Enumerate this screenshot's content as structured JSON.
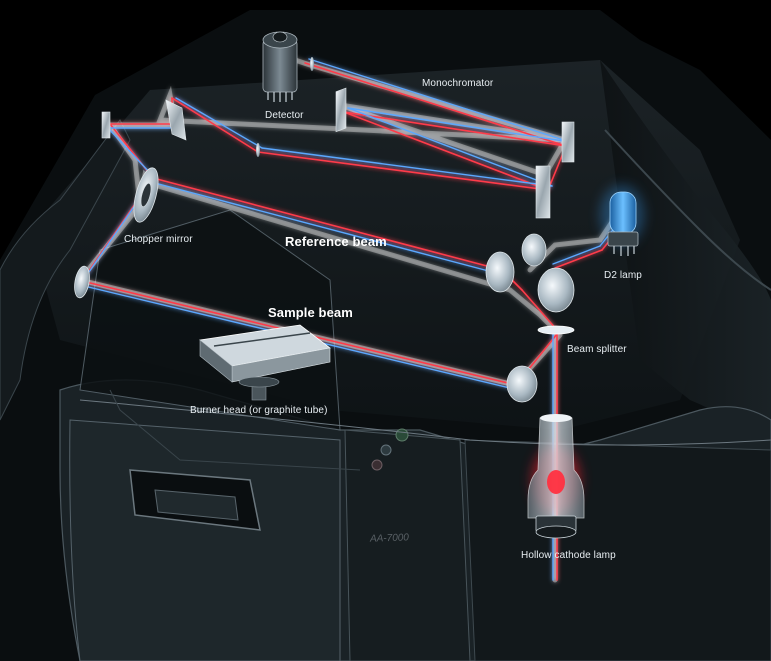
{
  "labels": {
    "monochromator": "Monochromator",
    "detector": "Detector",
    "chopper_mirror": "Chopper mirror",
    "reference_beam": "Reference beam",
    "sample_beam": "Sample beam",
    "d2_lamp": "D2 lamp",
    "beam_splitter": "Beam splitter",
    "burner_head": "Burner head (or graphite tube)",
    "hollow_cathode_lamp": "Hollow cathode lamp",
    "model": "AA-7000"
  },
  "colors": {
    "beam_red": "#ff3b4a",
    "beam_blue": "#5aa8ff",
    "beam_glow": "#ffffff",
    "chassis": "#1f272c",
    "chassis_edge": "#6c7880",
    "background": "#000000",
    "lamp_glow": "#ff2030",
    "d2_lamp": "#2f8fe0"
  }
}
